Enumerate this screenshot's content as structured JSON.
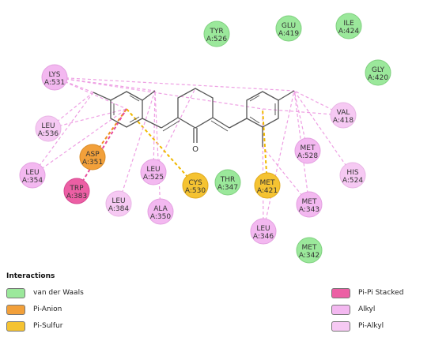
{
  "colors": {
    "vdw": "#9be89b",
    "pi_anion": "#f2a03a",
    "pi_sulfur": "#f5c332",
    "pi_pi": "#ec5fa4",
    "alkyl": "#f3b8f0",
    "pi_alkyl": "#f6c9f3"
  },
  "residues": [
    {
      "id": "tyr526",
      "name": "TYR",
      "num": "A:526",
      "type": "vdw"
    },
    {
      "id": "glu419",
      "name": "GLU",
      "num": "A:419",
      "type": "vdw"
    },
    {
      "id": "ile424",
      "name": "ILE",
      "num": "A:424",
      "type": "vdw"
    },
    {
      "id": "gly420",
      "name": "GLY",
      "num": "A:420",
      "type": "vdw"
    },
    {
      "id": "lys531",
      "name": "LYS",
      "num": "A:531",
      "type": "alkyl"
    },
    {
      "id": "val418",
      "name": "VAL",
      "num": "A:418",
      "type": "pi_alkyl"
    },
    {
      "id": "leu536",
      "name": "LEU",
      "num": "A:536",
      "type": "pi_alkyl"
    },
    {
      "id": "met528",
      "name": "MET",
      "num": "A:528",
      "type": "alkyl"
    },
    {
      "id": "asp351",
      "name": "ASP",
      "num": "A:351",
      "type": "pi_anion"
    },
    {
      "id": "his524",
      "name": "HIS",
      "num": "A:524",
      "type": "pi_alkyl"
    },
    {
      "id": "leu354",
      "name": "LEU",
      "num": "A:354",
      "type": "alkyl"
    },
    {
      "id": "leu525",
      "name": "LEU",
      "num": "A:525",
      "type": "alkyl"
    },
    {
      "id": "cys530",
      "name": "CYS",
      "num": "A:530",
      "type": "pi_sulfur"
    },
    {
      "id": "thr347",
      "name": "THR",
      "num": "A:347",
      "type": "vdw"
    },
    {
      "id": "met421",
      "name": "MET",
      "num": "A:421",
      "type": "pi_sulfur"
    },
    {
      "id": "trp383",
      "name": "TRP",
      "num": "A:383",
      "type": "pi_pi"
    },
    {
      "id": "leu384",
      "name": "LEU",
      "num": "A:384",
      "type": "pi_alkyl"
    },
    {
      "id": "ala350",
      "name": "ALA",
      "num": "A:350",
      "type": "alkyl"
    },
    {
      "id": "met343",
      "name": "MET",
      "num": "A:343",
      "type": "alkyl"
    },
    {
      "id": "leu346",
      "name": "LEU",
      "num": "A:346",
      "type": "alkyl"
    },
    {
      "id": "met342",
      "name": "MET",
      "num": "A:342",
      "type": "vdw"
    }
  ],
  "ligand": {
    "carbonyl_atom": "O"
  },
  "legend": {
    "title": "Interactions",
    "vdw": "van der Waals",
    "pi_anion": "Pi-Anion",
    "pi_sulfur": "Pi-Sulfur",
    "pi_pi": "Pi-Pi Stacked",
    "alkyl": "Alkyl",
    "pi_alkyl": "Pi-Alkyl"
  }
}
